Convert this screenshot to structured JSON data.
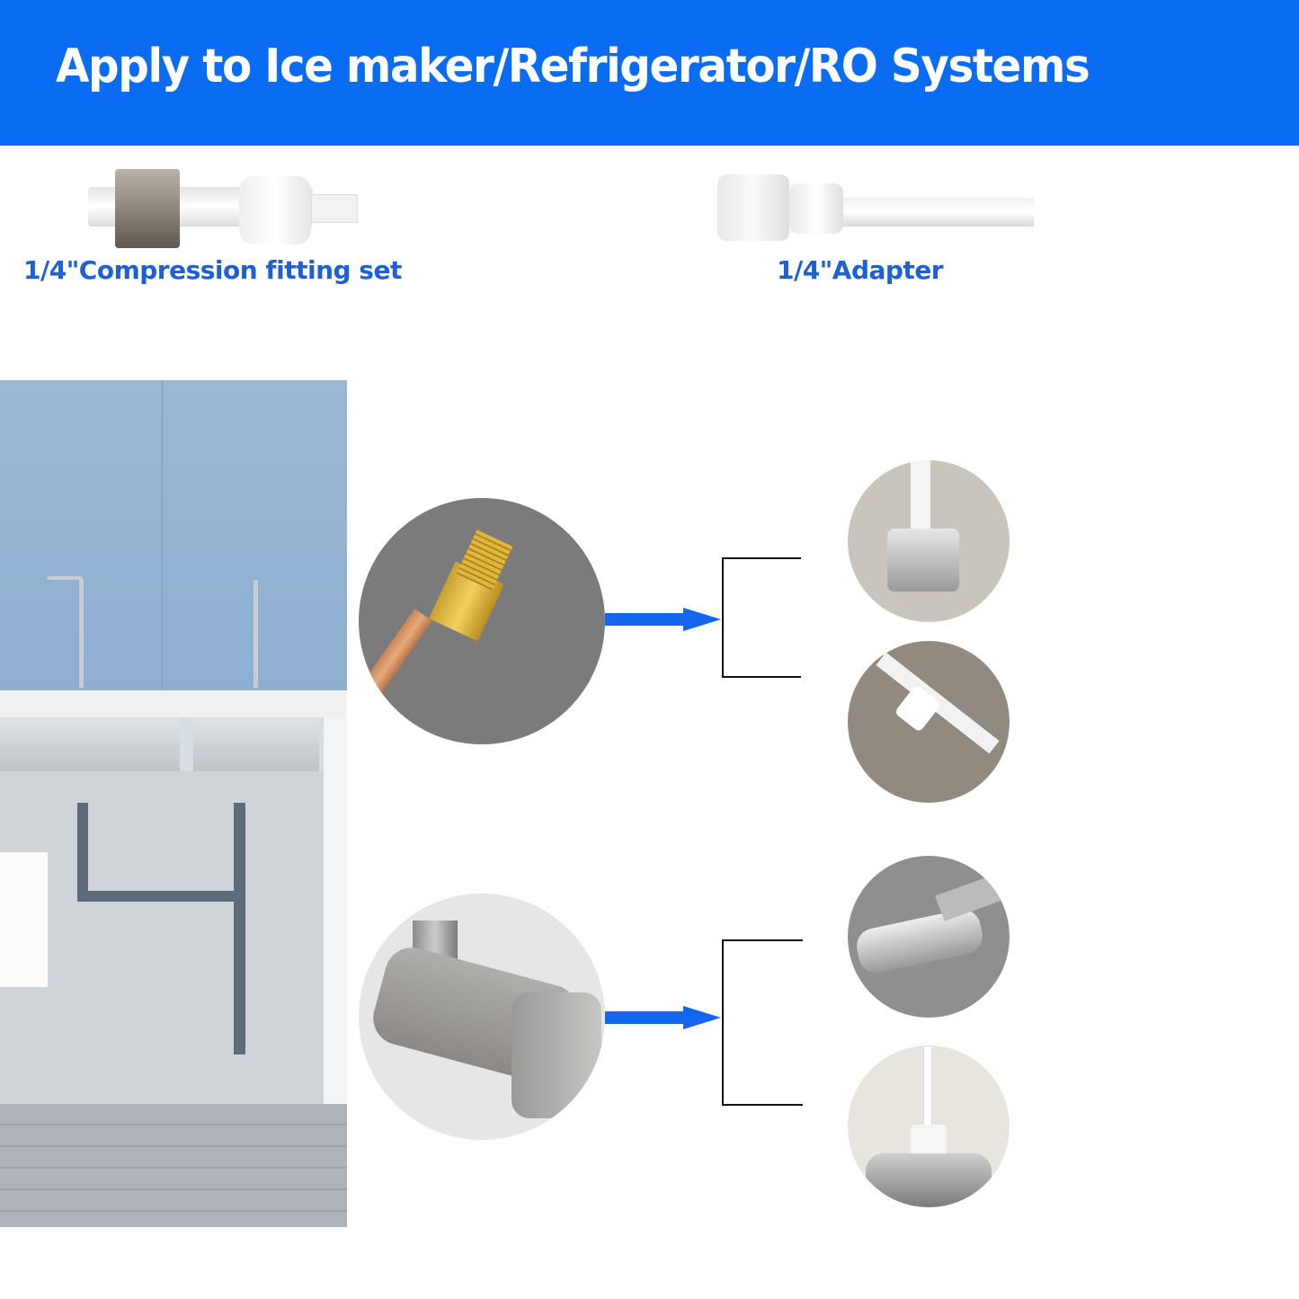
{
  "header": {
    "title": "Apply to Ice maker/Refrigerator/RO Systems"
  },
  "products": [
    {
      "label": "1/4\"Compression fitting set",
      "icon": "compression-fitting-set-image"
    },
    {
      "label": "1/4\"Adapter",
      "icon": "adapter-image"
    }
  ],
  "colors": {
    "banner": "#0a6cf2",
    "label": "#1c5fd6",
    "arrow": "#1466ee"
  }
}
